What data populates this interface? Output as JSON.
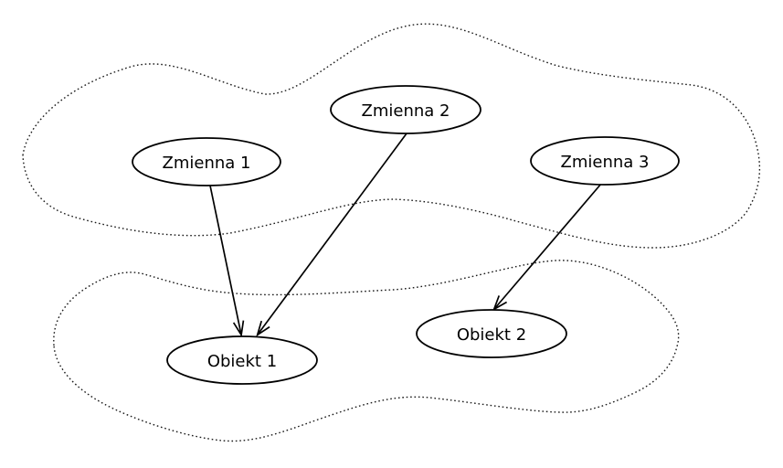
{
  "diagram": {
    "type": "graph-diagram",
    "background_color": "#ffffff",
    "stroke_color": "#000000",
    "regions": [
      {
        "id": "variables-region",
        "style": "dotted-freeform-blob",
        "contains": [
          "Zmienna 1",
          "Zmienna 2",
          "Zmienna 3"
        ]
      },
      {
        "id": "objects-region",
        "style": "dotted-freeform-blob",
        "contains": [
          "Obiekt 1",
          "Obiekt 2"
        ]
      }
    ],
    "nodes": [
      {
        "id": "zmienna-1",
        "label": "Zmienna 1",
        "shape": "ellipse",
        "region": "variables-region"
      },
      {
        "id": "zmienna-2",
        "label": "Zmienna 2",
        "shape": "ellipse",
        "region": "variables-region"
      },
      {
        "id": "zmienna-3",
        "label": "Zmienna 3",
        "shape": "ellipse",
        "region": "variables-region"
      },
      {
        "id": "obiekt-1",
        "label": "Obiekt 1",
        "shape": "ellipse",
        "region": "objects-region"
      },
      {
        "id": "obiekt-2",
        "label": "Obiekt 2",
        "shape": "ellipse",
        "region": "objects-region"
      }
    ],
    "edges": [
      {
        "from": "Zmienna 1",
        "to": "Obiekt 1",
        "arrowhead": "vee"
      },
      {
        "from": "Zmienna 2",
        "to": "Obiekt 1",
        "arrowhead": "vee"
      },
      {
        "from": "Zmienna 3",
        "to": "Obiekt 2",
        "arrowhead": "vee"
      }
    ]
  }
}
